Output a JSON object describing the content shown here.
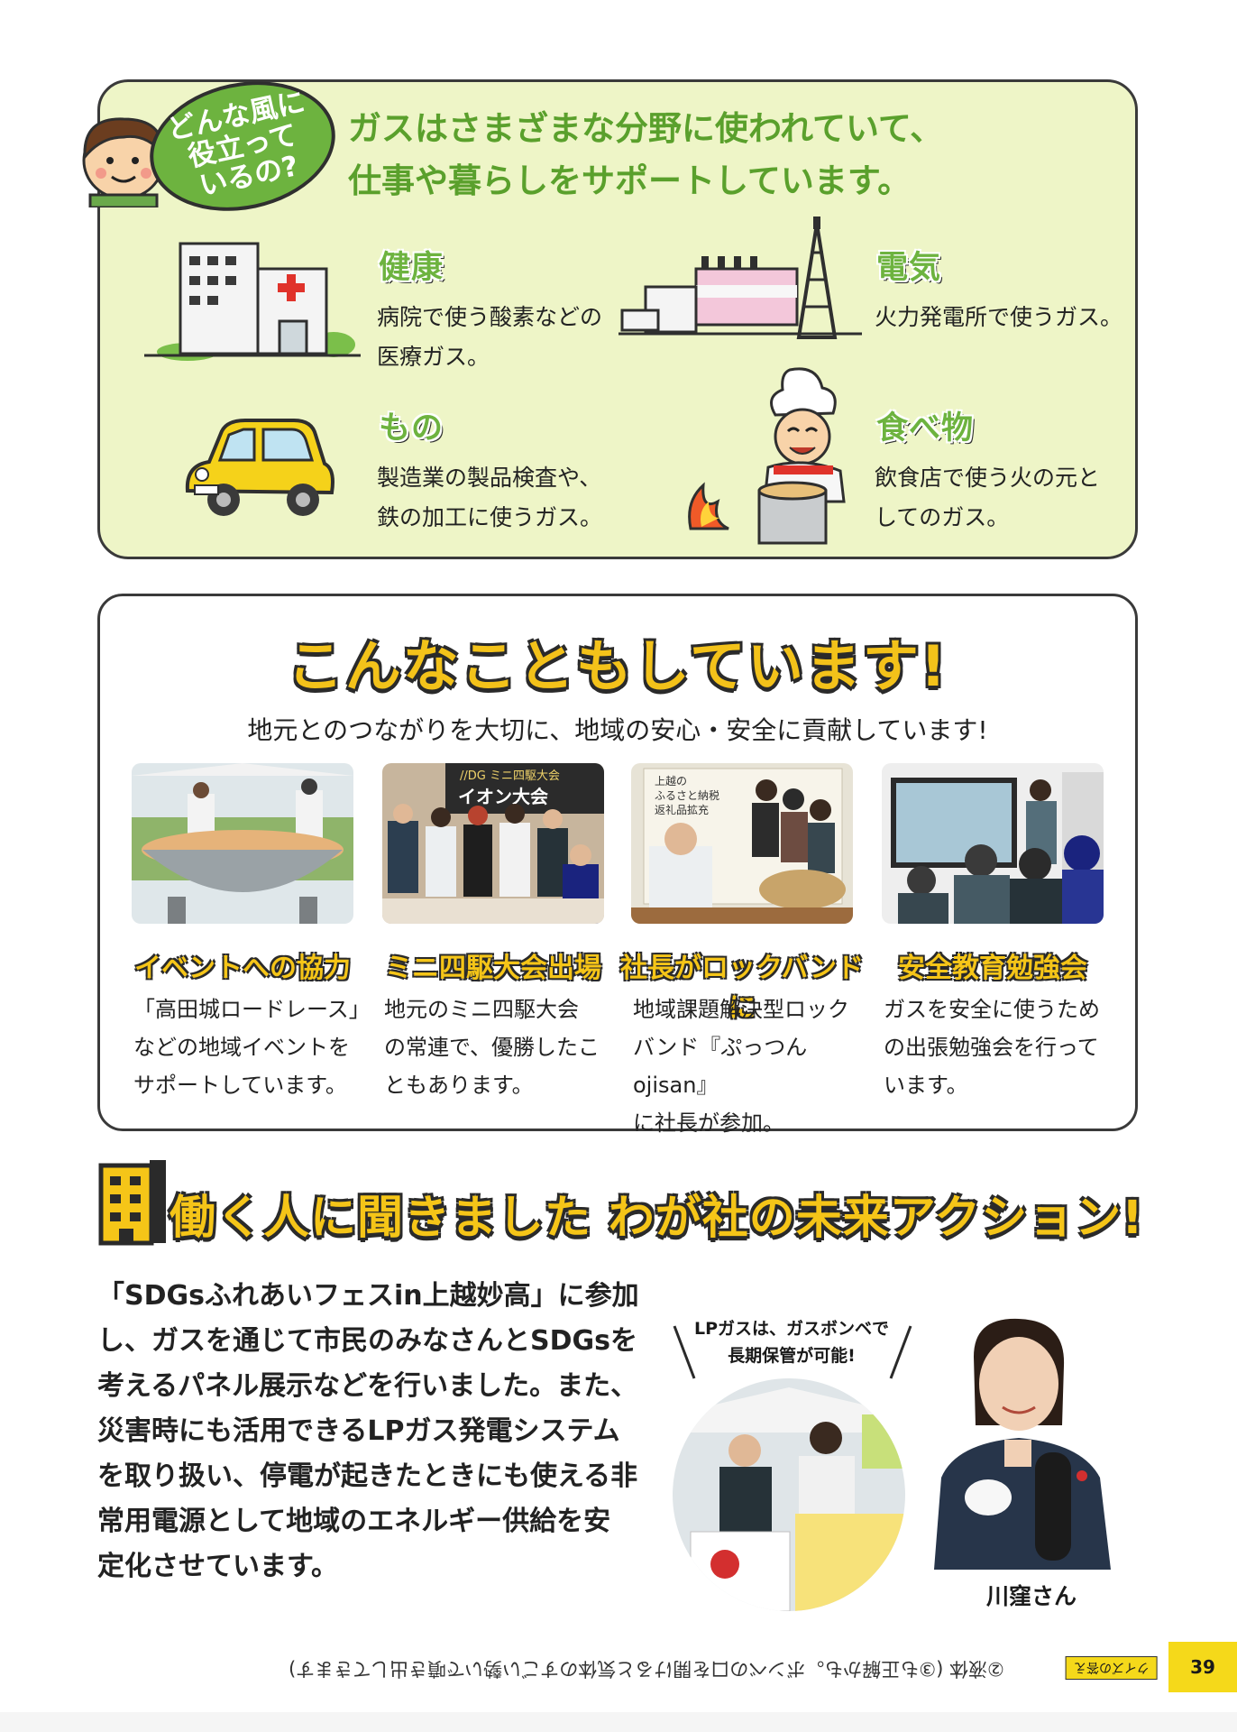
{
  "question_bubble": {
    "line1": "どんな風に",
    "line2": "役立って",
    "line3": "いるの?"
  },
  "headline": {
    "line1": "ガスはさまざまな分野に使われていて、",
    "line2": "仕事や暮らしをサポートしています。"
  },
  "categories": [
    {
      "title": "健康",
      "line1": "病院で使う酸素などの",
      "line2": "医療ガス。"
    },
    {
      "title": "電気",
      "line1": "火力発電所で使うガス。",
      "line2": ""
    },
    {
      "title": "もの",
      "line1": "製造業の製品検査や、",
      "line2": "鉄の加工に使うガス。"
    },
    {
      "title": "食べ物",
      "line1": "飲食店で使う火の元と",
      "line2": "してのガス。"
    }
  ],
  "activities_title": "こんなこともしています!",
  "activities_lead": "地元とのつながりを大切に、地域の安心・安全に貢献しています!",
  "activities": [
    {
      "title": "イベントへの協力",
      "line1": "「高田城ロードレース」",
      "line2": "などの地域イベントを",
      "line3": "サポートしています。"
    },
    {
      "title": "ミニ四駆大会出場",
      "line1": "地元のミニ四駆大会",
      "line2": "の常連で、優勝したこ",
      "line3": "ともあります。"
    },
    {
      "title": "社長がロックバンドに",
      "line1": "地域課題解決型ロック",
      "line2": "バンド『ぷっつんojisan』",
      "line3": "に社長が参加。"
    },
    {
      "title": "安全教育勉強会",
      "line1": "ガスを安全に使うため",
      "line2": "の出張勉強会を行って",
      "line3": "います。"
    }
  ],
  "photo_texts": {
    "mini4wd_banner": "//DG ミニ四駆大会",
    "mini4wd_sign": "イオン大会",
    "furusato_line1": "上越の",
    "furusato_line2": "ふるさと納税",
    "furusato_line3": "返礼品拡充"
  },
  "interview_heading": "働く人に聞きました わが社の未来アクション!",
  "interview_body": [
    "「SDGsふれあいフェスin上越妙高」に参加",
    "し、ガスを通じて市民のみなさんとSDGsを",
    "考えるパネル展示などを行いました。また、",
    "災害時にも活用できるLPガス発電システム",
    "を取り扱い、停電が起きたときにも使える非",
    "常用電源として地域のエネルギー供給を安",
    "定化させています。"
  ],
  "speech_note": {
    "line1": "LPガスは、ガスボンベで",
    "line2": "長期保管が可能!"
  },
  "person_name": "川窪さん",
  "footer": {
    "quiz_tag": "クイズの答え",
    "quiz_answer": "②液体 (③も正解かも。ボンベの口を開けると気体のすごい勢いで噴き出してきます)",
    "page_number": "39"
  },
  "colors": {
    "panel_green": "#eef5c7",
    "accent_green": "#6db33f",
    "accent_yellow": "#f5c518",
    "outline": "#2a2a2a"
  }
}
